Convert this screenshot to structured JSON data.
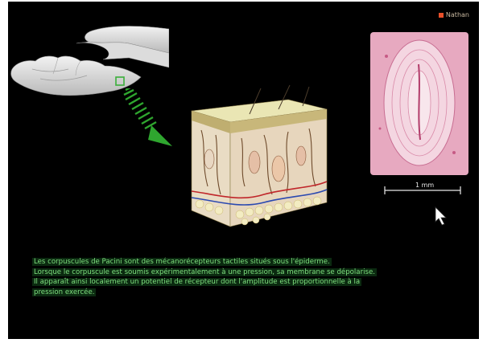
{
  "app": {
    "logo_text": "Nathan",
    "logo_color": "#e8502a"
  },
  "illustration": {
    "hand_icon": "hand-pressing-icon",
    "arrow_icon": "green-arrow-icon",
    "skin_icon": "skin-section-icon",
    "corpuscle_icon": "pacini-corpuscle-icon",
    "cursor_icon": "mouse-cursor-icon",
    "scale_label": "1 mm"
  },
  "caption": {
    "lines": [
      "Les corpuscules de Pacini sont des mécanorécepteurs tactiles situés sous l'épiderme.",
      "Lorsque le corpuscule est soumis expérimentalement à une pression, sa membrane se dépolarise.",
      "Il apparaît ainsi localement un potentiel de récepteur dont l'amplitude est proportionnelle à la",
      "pression exercée."
    ],
    "text_color": "#7fe07f"
  }
}
